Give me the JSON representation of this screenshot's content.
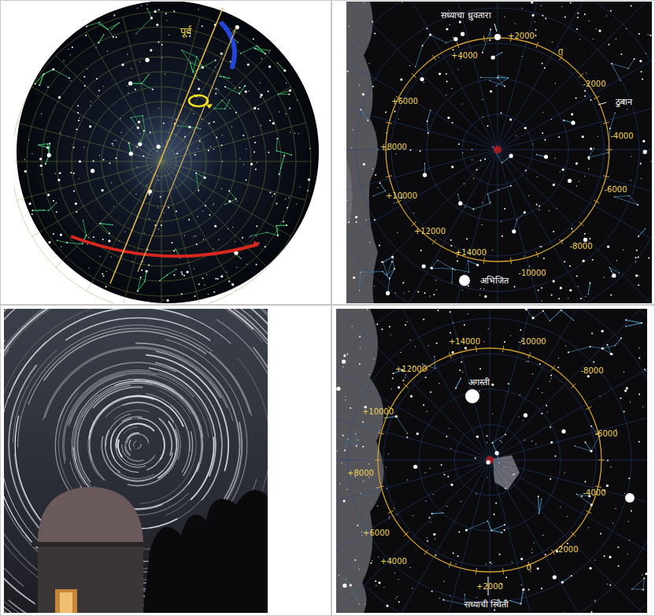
{
  "diagram": {
    "labels": [
      "पूर्व",
      "सध्याचा ध्रुवतारा",
      "+2000",
      "0",
      "-2000",
      "ठुबान",
      "-4000",
      "+4000",
      "+6000",
      "-6000",
      "+8000",
      "+10000",
      "+12000",
      "+14000",
      "-8000",
      "-10000",
      "अभिजित",
      "+14000",
      "-10000",
      "+12000",
      "अगस्ती",
      "-8000",
      "+10000",
      "-6000",
      "+8000",
      "-4000",
      "+6000",
      "+4000",
      "-2000",
      "0",
      "+2000",
      "सध्याची स्थिती"
    ]
  }
}
